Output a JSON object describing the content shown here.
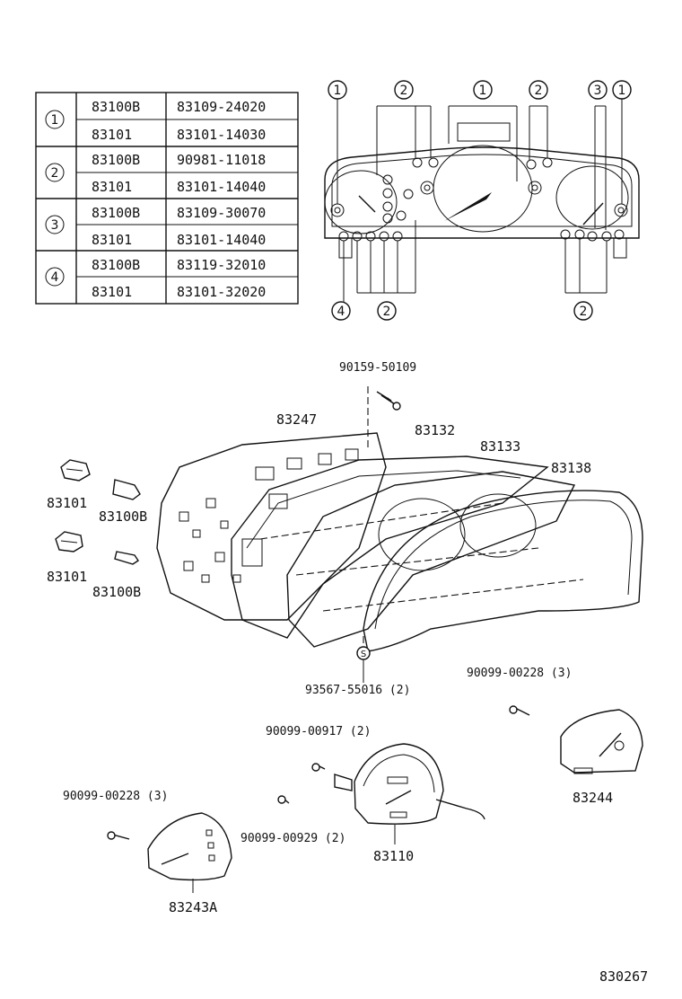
{
  "table": {
    "groups": [
      {
        "marker": "1",
        "rows": [
          {
            "part": "83100B",
            "number": "83109-24020"
          },
          {
            "part": "83101",
            "number": "83101-14030"
          }
        ]
      },
      {
        "marker": "2",
        "rows": [
          {
            "part": "83100B",
            "number": "90981-11018"
          },
          {
            "part": "83101",
            "number": "83101-14040"
          }
        ]
      },
      {
        "marker": "3",
        "rows": [
          {
            "part": "83100B",
            "number": "83109-30070"
          },
          {
            "part": "83101",
            "number": "83101-14040"
          }
        ]
      },
      {
        "marker": "4",
        "rows": [
          {
            "part": "83100B",
            "number": "83119-32010"
          },
          {
            "part": "83101",
            "number": "83101-32020"
          }
        ]
      }
    ]
  },
  "cluster_markers": {
    "top": [
      "1",
      "2",
      "1",
      "2",
      "3",
      "1"
    ],
    "bottom": [
      "4",
      "2",
      "2"
    ]
  },
  "parts": {
    "screw_top": "90159-50109",
    "p83247": "83247",
    "p83132": "83132",
    "p83133": "83133",
    "p83138": "83138",
    "p83101_a": "83101",
    "p83100b_a": "83100B",
    "p83101_b": "83101",
    "p83100b_b": "83100B",
    "screw_s": "93567-55016 (2)",
    "screw_s_marker": "S",
    "screw_right": "90099-00228 (3)",
    "screw_mid": "90099-00917 (2)",
    "screw_left": "90099-00228 (3)",
    "screw_lower": "90099-00929 (2)",
    "p83244": "83244",
    "p83110": "83110",
    "p83243a": "83243A",
    "diagram_id": "830267"
  }
}
